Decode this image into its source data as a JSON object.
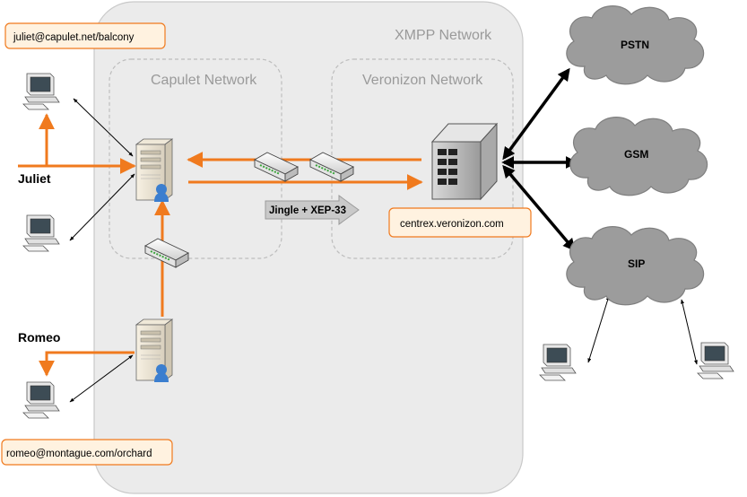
{
  "regions": {
    "xmpp": "XMPP Network",
    "capulet": "Capulet Network",
    "veronizon": "Veronizon Network"
  },
  "labels": {
    "juliet_jid": "juliet@capulet.net/balcony",
    "romeo_jid": "romeo@montague.com/orchard",
    "centrex": "centrex.veronizon.com",
    "juliet": "Juliet",
    "romeo": "Romeo",
    "protocol": "Jingle + XEP-33"
  },
  "clouds": {
    "pstn": "PSTN",
    "gsm": "GSM",
    "sip": "SIP"
  },
  "colors": {
    "accent": "#f07a1e",
    "region_fill": "#ebebeb",
    "cloud_fill": "#9c9c9c"
  }
}
